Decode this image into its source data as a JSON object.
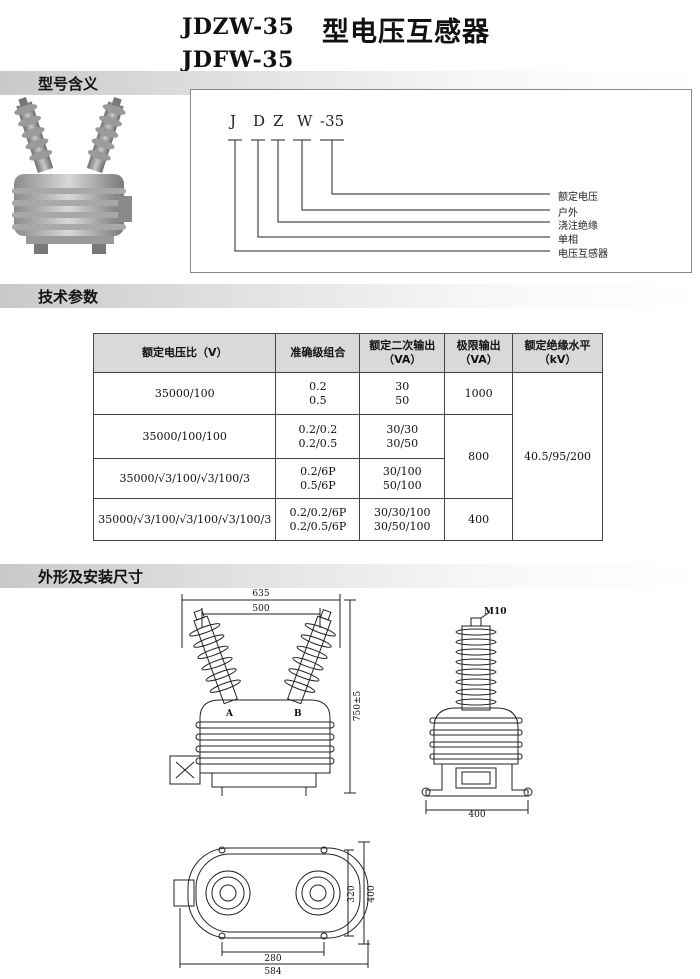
{
  "header": {
    "model1": "JDZW-35",
    "title_cn": "型电压互感器",
    "model2": "JDFW-35"
  },
  "sections": {
    "model_meaning": "型号含义",
    "tech_params": "技术参数",
    "dimensions": "外形及安装尺寸"
  },
  "model_code": {
    "letters": [
      "J",
      "D",
      "Z",
      "W",
      "-35"
    ],
    "meanings": [
      "额定电压",
      "户外",
      "浇注绝缘",
      "单相",
      "电压互感器"
    ]
  },
  "spec_table": {
    "headers": [
      "额定电压比（V）",
      "准确级组合",
      "额定二次输出（VA）",
      "极限输出（VA）",
      "额定绝缘水平（kV）"
    ],
    "rows": [
      {
        "ratio": "35000/100",
        "accuracy": "0.2\n0.5",
        "output": "30\n50"
      },
      {
        "ratio": "35000/100/100",
        "accuracy": "0.2/0.2\n0.2/0.5",
        "output": "30/30\n30/50"
      },
      {
        "ratio": "35000/√3/100/√3/100/3",
        "accuracy": "0.2/6P\n0.5/6P",
        "output": "30/100\n50/100"
      },
      {
        "ratio": "35000/√3/100/√3/100/√3/100/3",
        "accuracy": "0.2/0.2/6P\n0.2/0.5/6P",
        "output": "30/30/100\n30/50/100"
      }
    ],
    "limit_output": [
      "1000",
      "800",
      "400"
    ],
    "insulation": "40.5/95/200"
  },
  "drawing": {
    "front": {
      "overall_width": "635",
      "bushing_spacing": "500",
      "height": "750±5",
      "terminal_a": "A",
      "terminal_b": "B"
    },
    "side": {
      "bolt": "M10",
      "base_width": "400"
    },
    "plan": {
      "inner_depth": "320",
      "outer_depth": "400",
      "hole_spacing": "280",
      "overall_width": "584"
    }
  }
}
